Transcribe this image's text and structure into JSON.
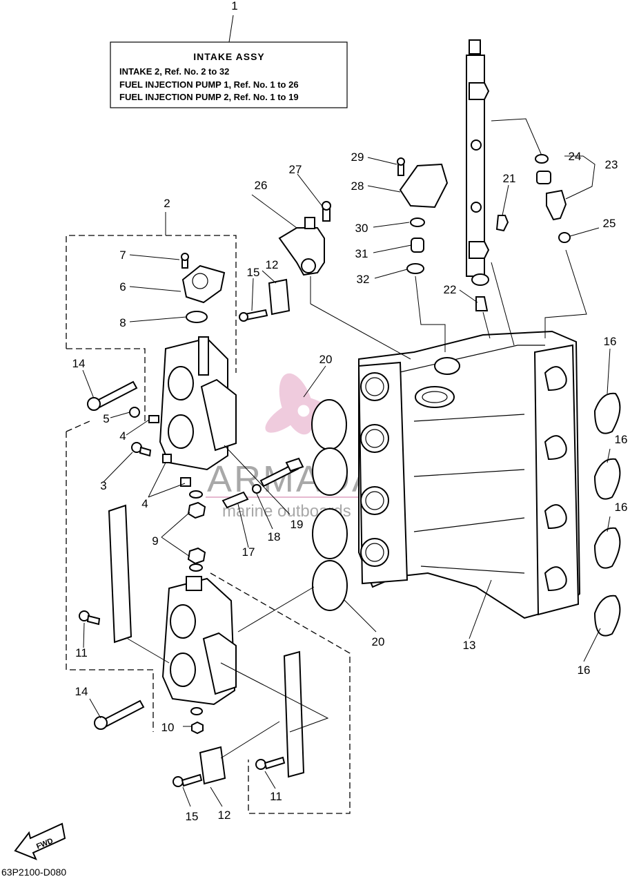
{
  "label_box": {
    "title": "INTAKE ASSY",
    "lines": [
      "INTAKE 2, Ref. No. 2 to 32",
      "FUEL INJECTION PUMP 1, Ref. No. 1 to 26",
      "FUEL INJECTION PUMP 2, Ref. No. 1 to 19"
    ]
  },
  "callouts": {
    "c1": "1",
    "c2": "2",
    "c3": "3",
    "c4a": "4",
    "c4b": "4",
    "c5": "5",
    "c6": "6",
    "c7": "7",
    "c8": "8",
    "c9": "9",
    "c10": "10",
    "c11a": "11",
    "c11b": "11",
    "c12a": "12",
    "c12b": "12",
    "c13": "13",
    "c14a": "14",
    "c14b": "14",
    "c15a": "15",
    "c15b": "15",
    "c16a": "16",
    "c16b": "16",
    "c16c": "16",
    "c16d": "16",
    "c17": "17",
    "c18": "18",
    "c19": "19",
    "c20a": "20",
    "c20b": "20",
    "c21": "21",
    "c22": "22",
    "c23": "23",
    "c24": "24",
    "c25": "25",
    "c26": "26",
    "c27": "27",
    "c28": "28",
    "c29": "29",
    "c30": "30",
    "c31": "31",
    "c32": "32"
  },
  "watermark": {
    "brand": "ARMADA",
    "tagline": "marine outboards"
  },
  "fwd_arrow": "FWD",
  "diagram_code": "63P2100-D080"
}
